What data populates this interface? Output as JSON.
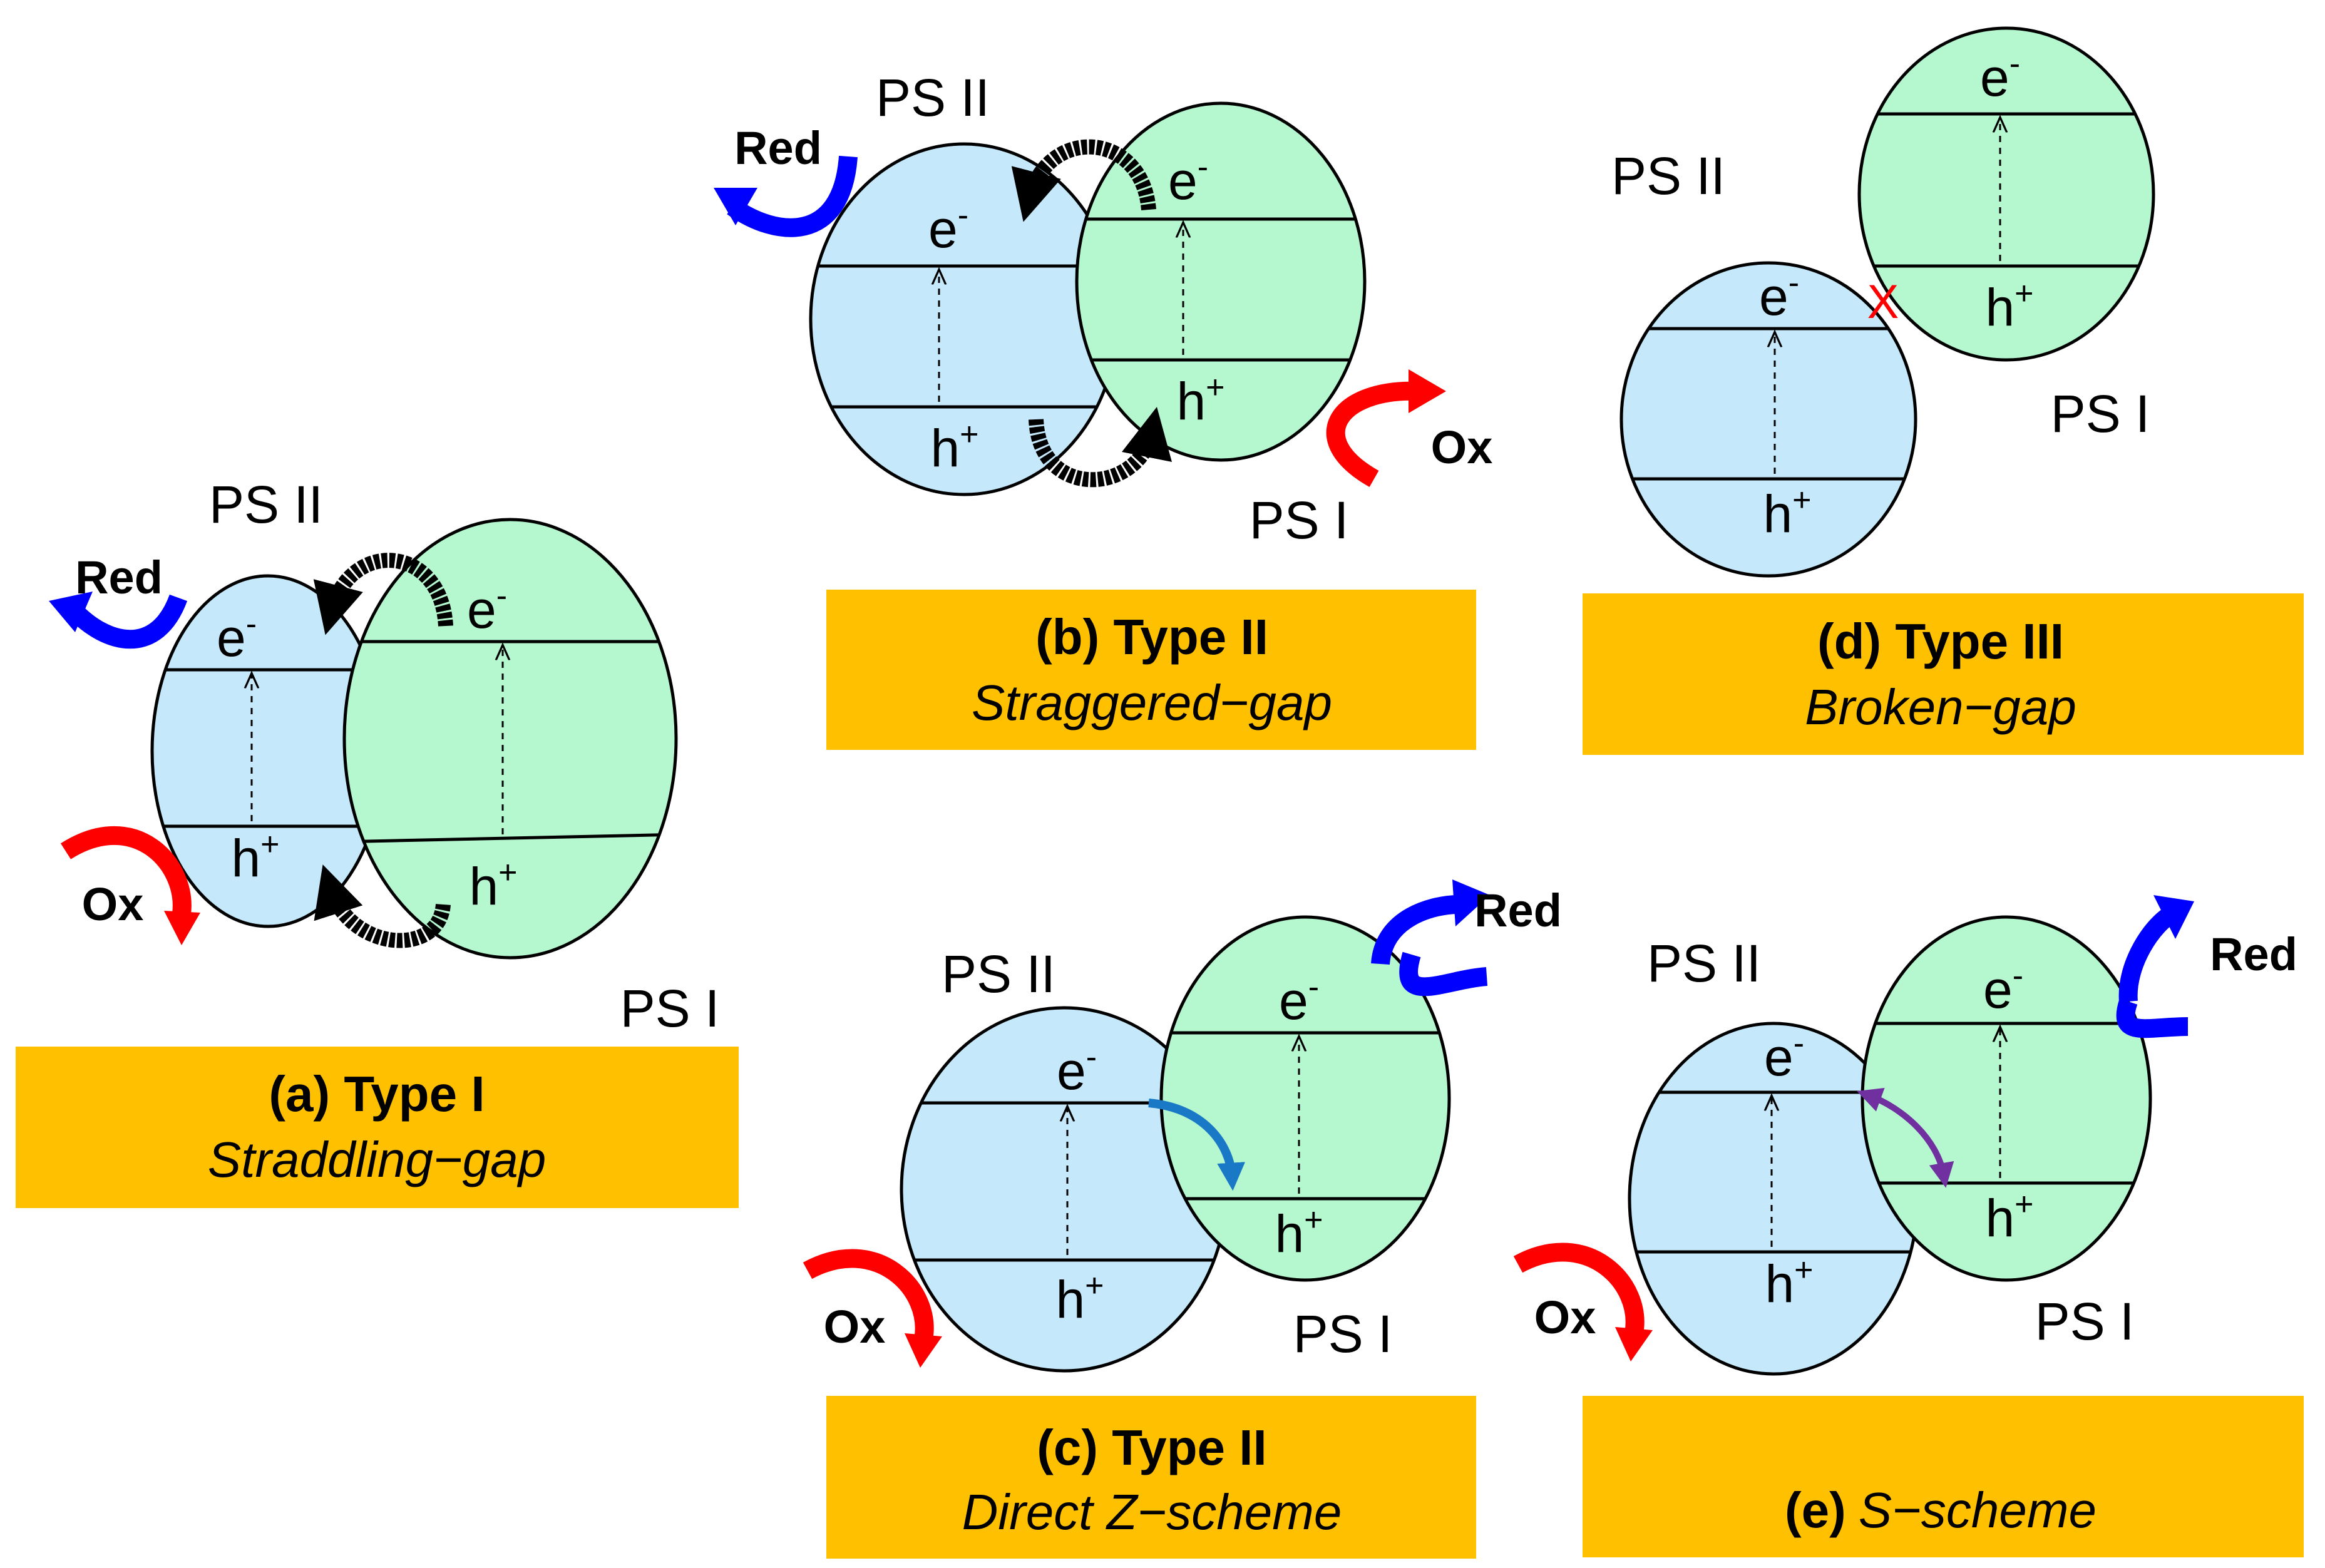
{
  "colors": {
    "ps2_fill": "#c5e9fb",
    "ps1_fill": "#b5f7cf",
    "caption_bg": "#ffc000",
    "red_arrow": "#ff0000",
    "blue_arrow": "#0000ff",
    "cross": "#ff0000",
    "z_arrow": "#1979c6",
    "s_arrow": "#7030a0",
    "transfer_arrow": "#000000"
  },
  "carriers": {
    "electron": "e",
    "electron_sup": "-",
    "hole": "h",
    "hole_sup": "+"
  },
  "panels": {
    "a": {
      "ps2": "PS II",
      "ps1": "PS I",
      "red": "Red",
      "ox": "Ox",
      "title": "(a) Type I",
      "subtitle": "Straddling−gap"
    },
    "b": {
      "ps2": "PS II",
      "ps1": "PS I",
      "red": "Red",
      "ox": "Ox",
      "title": "(b) Type II",
      "subtitle": "Straggered−gap"
    },
    "c": {
      "ps2": "PS II",
      "ps1": "PS I",
      "red": "Red",
      "ox": "Ox",
      "title": "(c) Type II",
      "subtitle": "Direct Z−scheme"
    },
    "d": {
      "ps2": "PS II",
      "ps1": "PS I",
      "cross": "X",
      "title": "(d) Type III",
      "subtitle": "Broken−gap"
    },
    "e": {
      "ps2": "PS II",
      "ps1": "PS I",
      "red": "Red",
      "ox": "Ox",
      "title": "(e)",
      "subtitle": "S−scheme"
    }
  }
}
